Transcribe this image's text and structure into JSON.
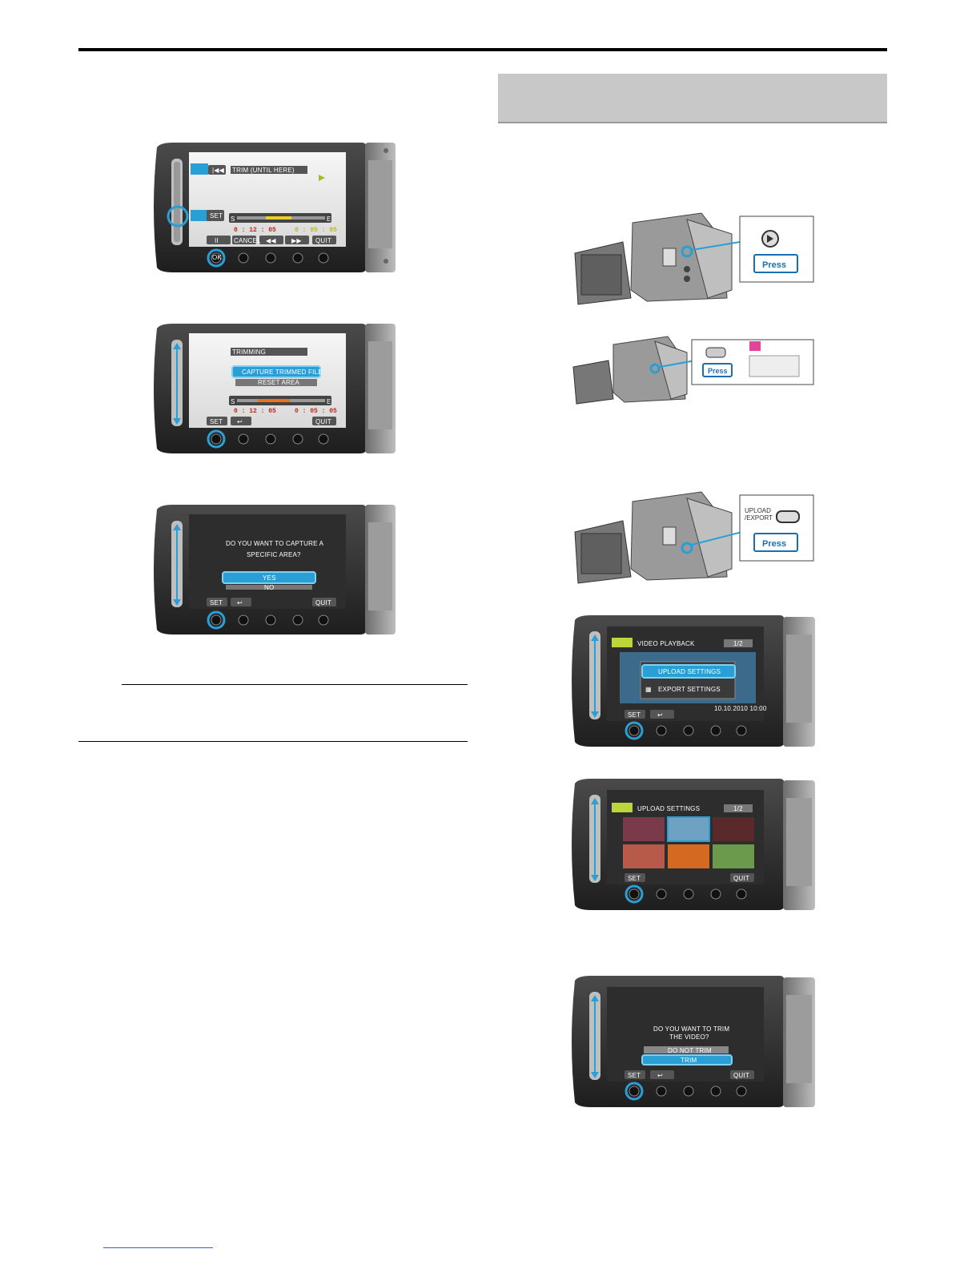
{
  "panel1": {
    "title": "TRIM (UNTIL HERE)",
    "set": "SET",
    "scrub_start": "S",
    "scrub_end": "E",
    "time_left": "0 : 12 : 05",
    "time_right": "0 : 05 : 05",
    "buttons": [
      "II",
      "CANCEL",
      "◀◀",
      "▶▶",
      "QUIT"
    ]
  },
  "panel2": {
    "title": "TRIMMING",
    "option_selected": "CAPTURE TRIMMED FILE",
    "option_other": "RESET AREA",
    "scrub_start": "S",
    "scrub_end": "E",
    "time_left": "0 : 12 : 05",
    "time_right": "0 : 05 : 05",
    "set": "SET",
    "quit": "QUIT"
  },
  "panel3": {
    "question_line1": "DO YOU WANT TO CAPTURE A",
    "question_line2": "SPECIFIC AREA?",
    "yes": "YES",
    "no": "NO",
    "set": "SET",
    "quit": "QUIT"
  },
  "press_label": "Press",
  "upload_label_line1": "UPLOAD",
  "upload_label_line2": "/EXPORT",
  "panel4": {
    "title": "VIDEO PLAYBACK",
    "page": "1/2",
    "menu_selected": "UPLOAD SETTINGS",
    "menu_other": "EXPORT SETTINGS",
    "datetime": "10.10.2010 10:00",
    "set": "SET"
  },
  "panel5": {
    "title": "UPLOAD SETTINGS",
    "page": "1/2",
    "set": "SET",
    "quit": "QUIT"
  },
  "panel6": {
    "question_line1": "DO YOU WANT TO TRIM",
    "question_line2": "THE VIDEO?",
    "option_other": "DO NOT TRIM",
    "option_selected": "TRIM",
    "set": "SET",
    "quit": "QUIT"
  },
  "ok_label": "OK",
  "colors": {
    "highlight": "#2a9fd6",
    "panel_body": "#2b2b2b",
    "header_band": "#c8c8c8"
  }
}
